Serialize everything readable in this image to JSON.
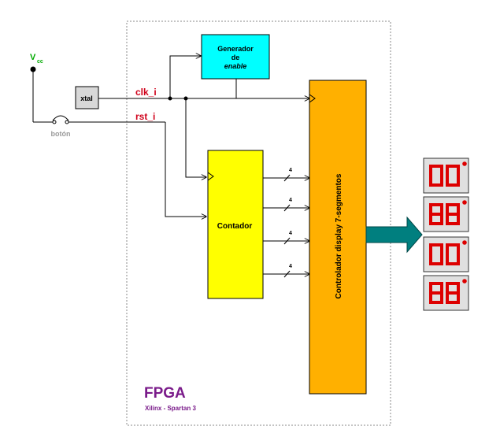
{
  "power": {
    "symbol": "V",
    "subscript": "cc"
  },
  "button_label": "botón",
  "xtal_label": "xtal",
  "signals": {
    "clk": "clk_i",
    "rst": "rst_i"
  },
  "enable_generator": {
    "line1": "Generador",
    "line2": "de",
    "line3": "enable"
  },
  "counter_label": "Contador",
  "display_controller_label": "Controlador display 7-segmentos",
  "bus_width": [
    "4",
    "4",
    "4",
    "4"
  ],
  "fpga": {
    "title": "FPGA",
    "subtitle": "Xilinx - Spartan 3"
  },
  "displays": [
    {
      "digit": "0"
    },
    {
      "digit": "8"
    },
    {
      "digit": "0"
    },
    {
      "digit": "8"
    }
  ],
  "colors": {
    "clk_text": "#d0021b",
    "enable_fill": "#00ffff",
    "counter_fill": "#ffff00",
    "controller_fill": "#ffb000",
    "arrow_fill": "#007f7f",
    "fpga_text": "#7a1b8a",
    "segment_red": "#dd0000",
    "vcc_text": "#00aa00"
  }
}
